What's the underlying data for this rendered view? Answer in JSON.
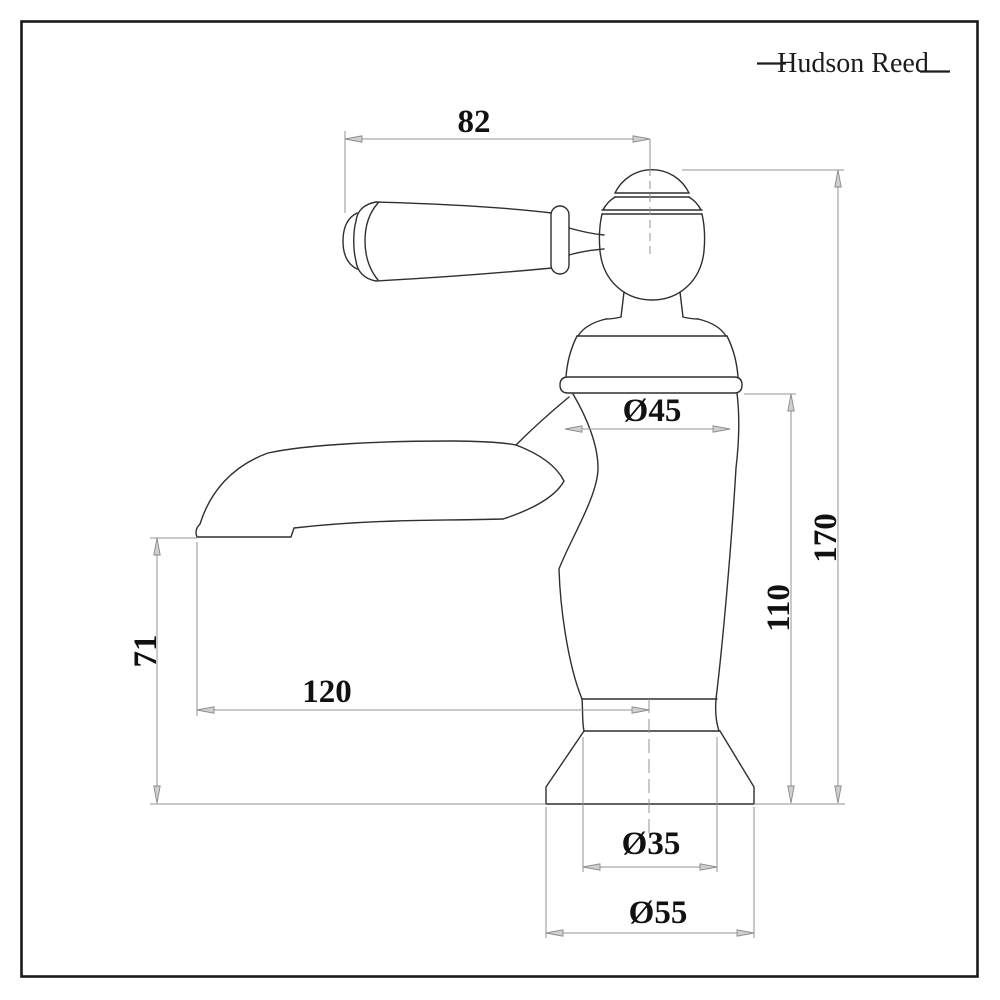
{
  "logo": {
    "brand": "Hudson Reed"
  },
  "drawing": {
    "subject": "Traditional lever basin tap - side elevation technical drawing"
  },
  "colors": {
    "background": "#ffffff",
    "frame": "#1a1a1a",
    "outline": "#2f2f2f",
    "dimension_lines": "#939393",
    "dimension_text": "#111111"
  },
  "dimensions": {
    "handle_length": {
      "label": "82",
      "value": 82,
      "orientation": "horizontal"
    },
    "overall_height": {
      "label": "170",
      "value": 170,
      "orientation": "vertical"
    },
    "body_height": {
      "label": "110",
      "value": 110,
      "orientation": "vertical"
    },
    "body_diameter": {
      "label": "Ø45",
      "value": 45,
      "orientation": "horizontal"
    },
    "spout_height": {
      "label": "71",
      "value": 71,
      "orientation": "vertical"
    },
    "spout_reach": {
      "label": "120",
      "value": 120,
      "orientation": "horizontal"
    },
    "base_diameter": {
      "label": "Ø35",
      "value": 35,
      "orientation": "horizontal"
    },
    "flange_diameter": {
      "label": "Ø55",
      "value": 55,
      "orientation": "horizontal"
    }
  }
}
